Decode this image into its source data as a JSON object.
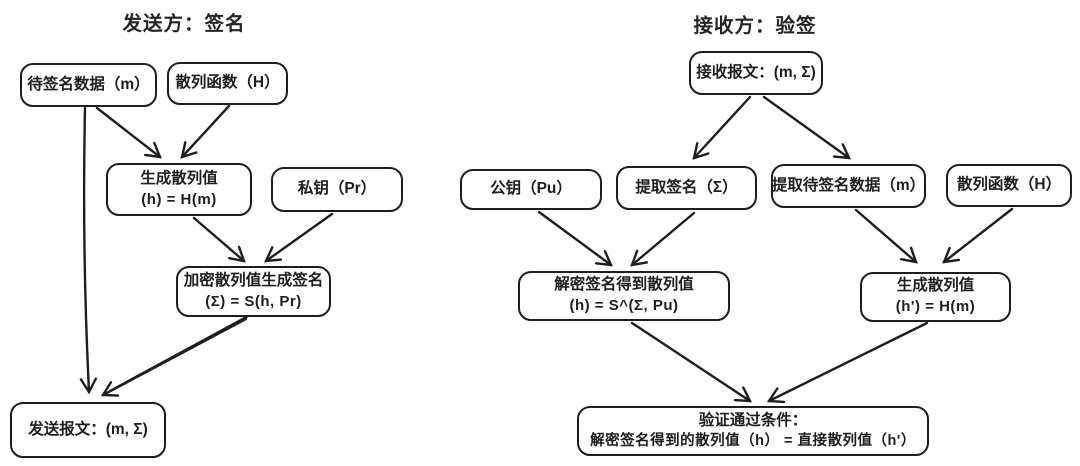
{
  "diagram": {
    "background_color": "#ffffff",
    "ink_color": "#1e1e1e",
    "sender": {
      "title": "发送方：签名",
      "nodes": {
        "data_to_sign": {
          "label": "待签名数据（m）"
        },
        "hash_func": {
          "label": "散列函数（H）"
        },
        "gen_hash": {
          "label": "生成散列值",
          "formula": "(h) = H(m)"
        },
        "private_key": {
          "label": "私钥（Pr）"
        },
        "encrypt_sign": {
          "label": "加密散列值生成签名",
          "formula": "(Σ) = S(h, Pr)"
        },
        "send_msg": {
          "label": "发送报文：(m, Σ)"
        }
      }
    },
    "receiver": {
      "title": "接收方：验签",
      "nodes": {
        "recv_msg": {
          "label": "接收报文：(m, Σ)"
        },
        "public_key": {
          "label": "公钥（Pu）"
        },
        "extract_sig": {
          "label": "提取签名（Σ）"
        },
        "extract_data": {
          "label": "提取待签名数据（m）"
        },
        "hash_func": {
          "label": "散列函数（H）"
        },
        "decrypt_sig": {
          "label": "解密签名得到散列值",
          "formula": "(h) = S^(Σ, Pu)"
        },
        "gen_hash": {
          "label": "生成散列值",
          "formula": "(h') = H(m)"
        },
        "verify": {
          "label": "验证通过条件：",
          "formula": "解密签名得到的散列值（h） = 直接散列值（h'）"
        }
      }
    }
  }
}
